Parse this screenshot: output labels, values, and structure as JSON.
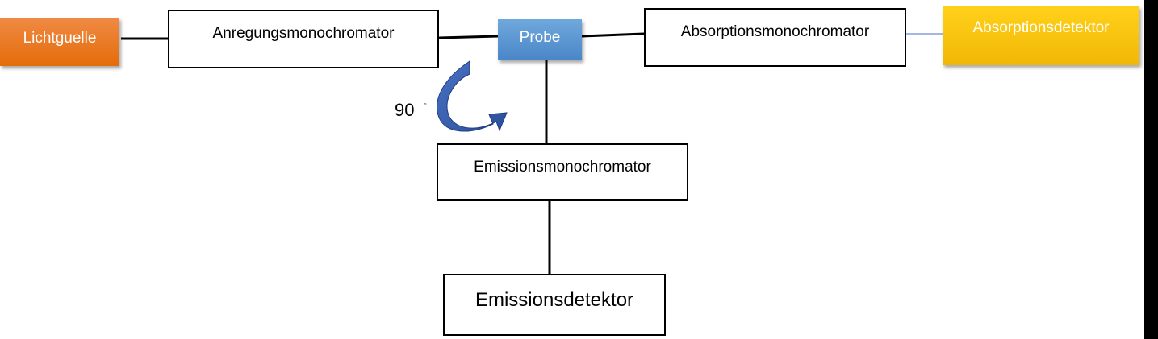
{
  "diagram": {
    "nodes": {
      "light_source": {
        "label": "Lichtguelle",
        "color": "#ED7D31"
      },
      "excitation_mono": {
        "label": "Anregungsmonochromator"
      },
      "sample": {
        "label": "Probe",
        "color": "#5B9BD5"
      },
      "absorption_mono": {
        "label": "Absorptionsmonochromator"
      },
      "absorption_detector": {
        "label": "Absorptionsdetektor",
        "color": "#FFC000"
      },
      "emission_mono": {
        "label": "Emissionsmonochromator"
      },
      "emission_detector": {
        "label": "Emissionsdetektor"
      }
    },
    "angle": {
      "value": "90",
      "symbol": "̊",
      "arrow_color": "#2F55A4"
    }
  }
}
